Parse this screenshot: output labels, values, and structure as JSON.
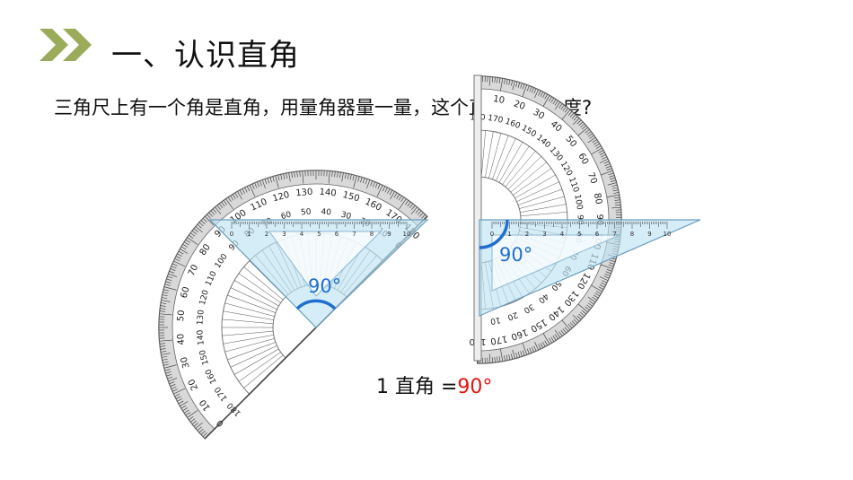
{
  "header": {
    "title": "一、认识直角",
    "accent_color": "#9aab5a"
  },
  "question": "三角尺上有一个角是直角，用量角器量一量，这个直角是多少度?",
  "figure_left": {
    "angle_label": "90°"
  },
  "figure_right": {
    "angle_label": "90°"
  },
  "equation": {
    "left": "1 直角 =",
    "value": "90°",
    "value_color": "#e8130f"
  },
  "protractor_scale": [
    "0",
    "10",
    "20",
    "30",
    "40",
    "50",
    "60",
    "70",
    "80",
    "90",
    "100",
    "110",
    "120",
    "130",
    "140",
    "150",
    "160",
    "170",
    "180"
  ],
  "ruler_scale": [
    "0",
    "1",
    "2",
    "3",
    "4",
    "5",
    "6",
    "7",
    "8",
    "9",
    "10"
  ]
}
